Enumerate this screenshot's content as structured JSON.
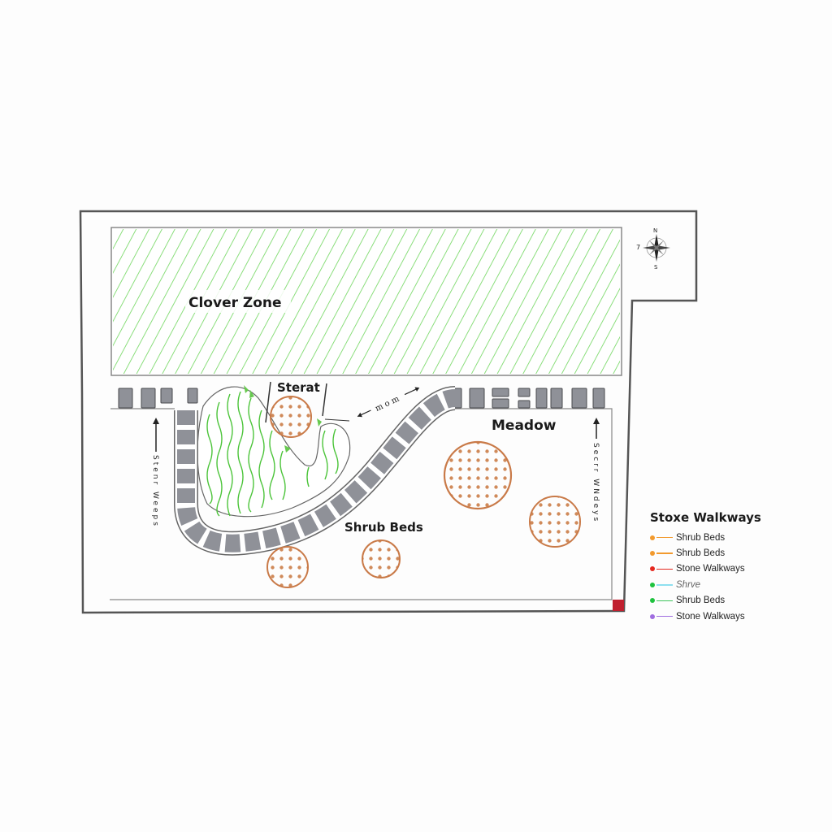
{
  "map": {
    "zones": {
      "clover": {
        "label": "Clover Zone",
        "color": "#5ed14a"
      },
      "meadow": {
        "label": "Meadow"
      },
      "shrub_beds": {
        "label": "Shrub Beds",
        "color": "#c97a48"
      },
      "street": {
        "label": "Sterat"
      },
      "path_label": "m o m"
    },
    "side_labels": {
      "left": "Stenr Weeps",
      "right": "Secrr WNdeys"
    },
    "compass": {
      "north": "N",
      "south": "S",
      "west": "7"
    },
    "colors": {
      "border": "#555555",
      "stone": "#8f9198",
      "stone_outline": "#4a4a4e",
      "marker": "#c0202f"
    }
  },
  "legend": {
    "title": "Stoxe Walkways",
    "items": [
      {
        "label": "Shrub Beds",
        "dot": "#f29a2e",
        "line": "#f29a2e"
      },
      {
        "label": "Shrub Beds",
        "dot": "#f29a2e",
        "line": "#f29a2e"
      },
      {
        "label": "Stone Walkways",
        "dot": "#e5281f",
        "line": "#e5281f"
      },
      {
        "label": "Shrve",
        "dot": "#1fc23f",
        "line": "#8ee0ef"
      },
      {
        "label": "Shrub Beds",
        "dot": "#1fc23f",
        "line": "#3cc35a"
      },
      {
        "label": "Stone Walkways",
        "dot": "#a06ee0",
        "line": "#a06ee0"
      }
    ]
  }
}
